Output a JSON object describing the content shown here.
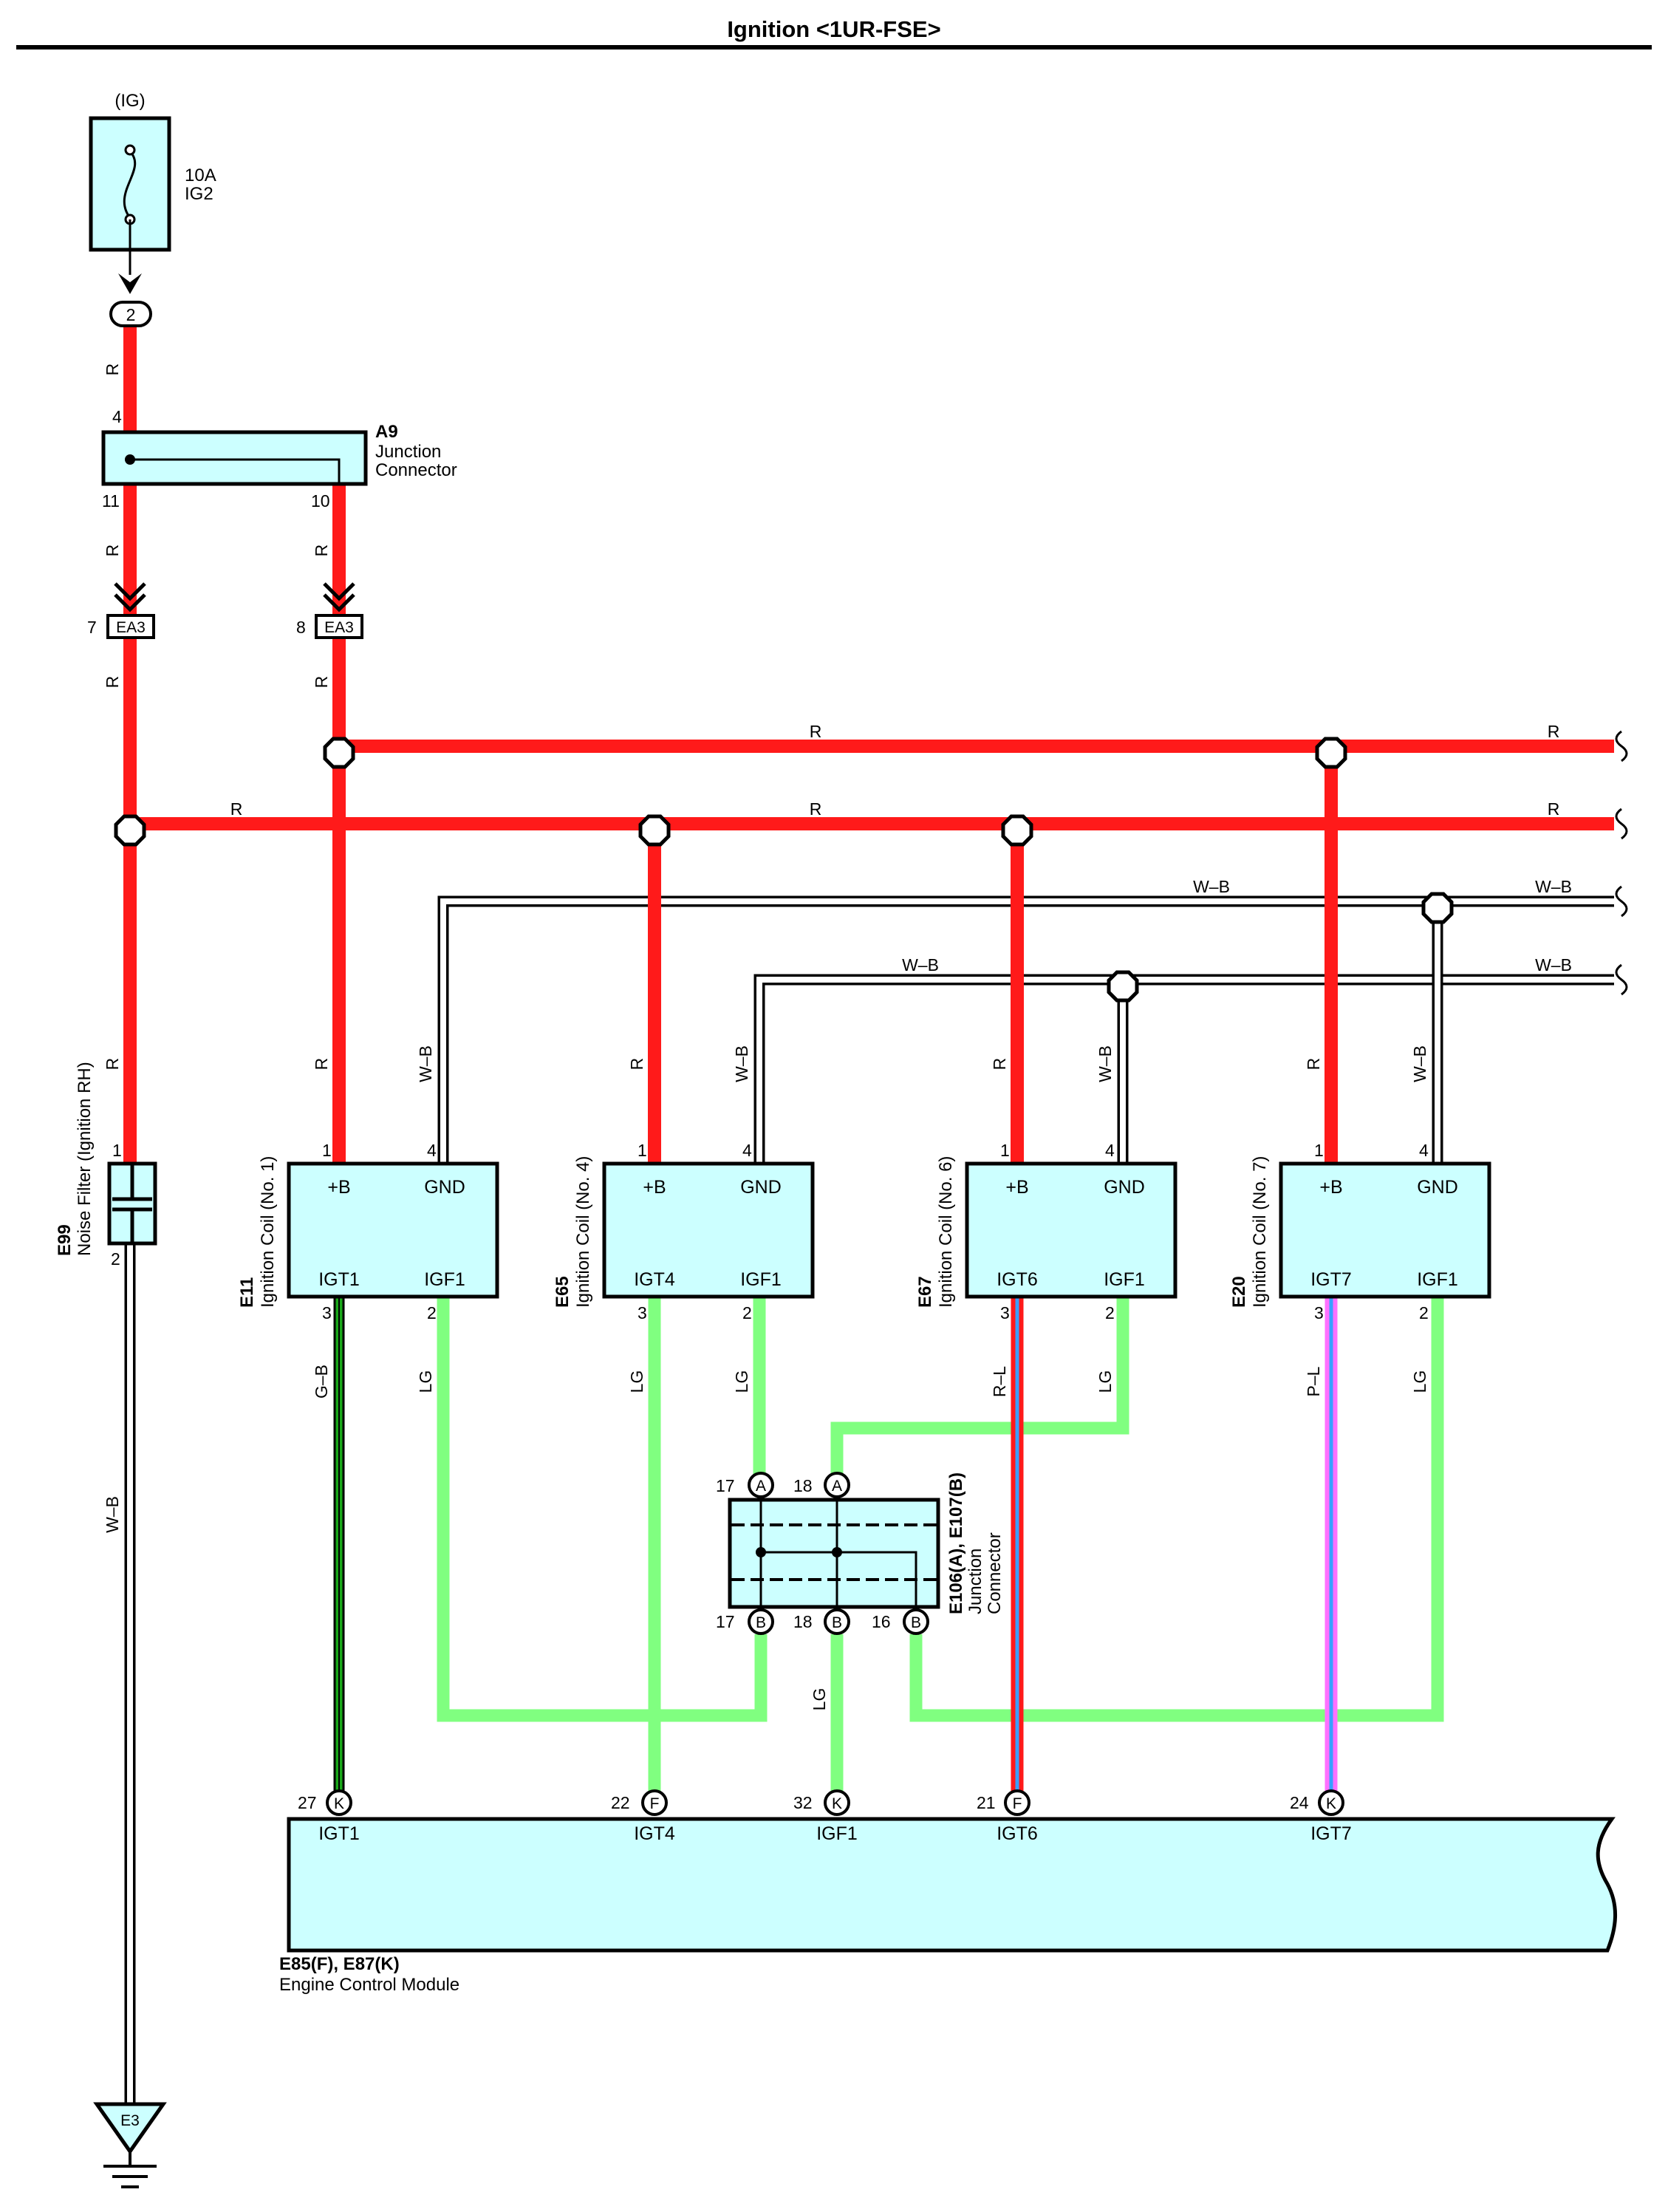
{
  "title": "Ignition <1UR-FSE>",
  "fuse": {
    "source": "(IG)",
    "rating": "10A",
    "name": "IG2",
    "pin": "2"
  },
  "junction_a9": {
    "id": "A9",
    "line1": "Junction",
    "line2": "Connector",
    "pin_in": "4",
    "pin_out1": "11",
    "pin_out2": "10"
  },
  "connectors": {
    "ea3_left": {
      "id": "EA3",
      "pin": "7"
    },
    "ea3_right": {
      "id": "EA3",
      "pin": "8"
    }
  },
  "wires": {
    "red": "R",
    "white_black": "W–B",
    "light_green": "LG",
    "green_black": "G–B",
    "red_blue": "R–L",
    "pink_blue": "P–L"
  },
  "noise_filter": {
    "id": "E99",
    "name": "Noise Filter (Ignition RH)",
    "pin1": "1",
    "pin2": "2"
  },
  "coils": [
    {
      "id": "E11",
      "name": "Ignition Coil (No. 1)",
      "plus": "+B",
      "gnd": "GND",
      "igt": "IGT1",
      "igf": "IGF1",
      "p1": "1",
      "p4": "4",
      "p3": "3",
      "p2": "2"
    },
    {
      "id": "E65",
      "name": "Ignition Coil (No. 4)",
      "plus": "+B",
      "gnd": "GND",
      "igt": "IGT4",
      "igf": "IGF1",
      "p1": "1",
      "p4": "4",
      "p3": "3",
      "p2": "2"
    },
    {
      "id": "E67",
      "name": "Ignition Coil (No. 6)",
      "plus": "+B",
      "gnd": "GND",
      "igt": "IGT6",
      "igf": "IGF1",
      "p1": "1",
      "p4": "4",
      "p3": "3",
      "p2": "2"
    },
    {
      "id": "E20",
      "name": "Ignition Coil (No. 7)",
      "plus": "+B",
      "gnd": "GND",
      "igt": "IGT7",
      "igf": "IGF1",
      "p1": "1",
      "p4": "4",
      "p3": "3",
      "p2": "2"
    }
  ],
  "junction_e106": {
    "id": "E106(A), E107(B)",
    "line1": "Junction",
    "line2": "Connector",
    "top_pins": [
      {
        "num": "17",
        "letter": "A"
      },
      {
        "num": "18",
        "letter": "A"
      }
    ],
    "bottom_pins": [
      {
        "num": "17",
        "letter": "B"
      },
      {
        "num": "18",
        "letter": "B"
      },
      {
        "num": "16",
        "letter": "B"
      }
    ]
  },
  "ecm": {
    "id": "E85(F), E87(K)",
    "name": "Engine Control Module",
    "pins": [
      {
        "num": "27",
        "letter": "K",
        "label": "IGT1"
      },
      {
        "num": "22",
        "letter": "F",
        "label": "IGT4"
      },
      {
        "num": "32",
        "letter": "K",
        "label": "IGF1"
      },
      {
        "num": "21",
        "letter": "F",
        "label": "IGT6"
      },
      {
        "num": "24",
        "letter": "K",
        "label": "IGT7"
      }
    ]
  },
  "ground": {
    "id": "E3"
  },
  "colors": {
    "red": "#ff1a1a",
    "light_green": "#80ff80",
    "green": "#1aa81a",
    "blue": "#3aa0ff",
    "pink": "#ff70ff",
    "component_fill": "#ccffff",
    "line": "#000000"
  }
}
